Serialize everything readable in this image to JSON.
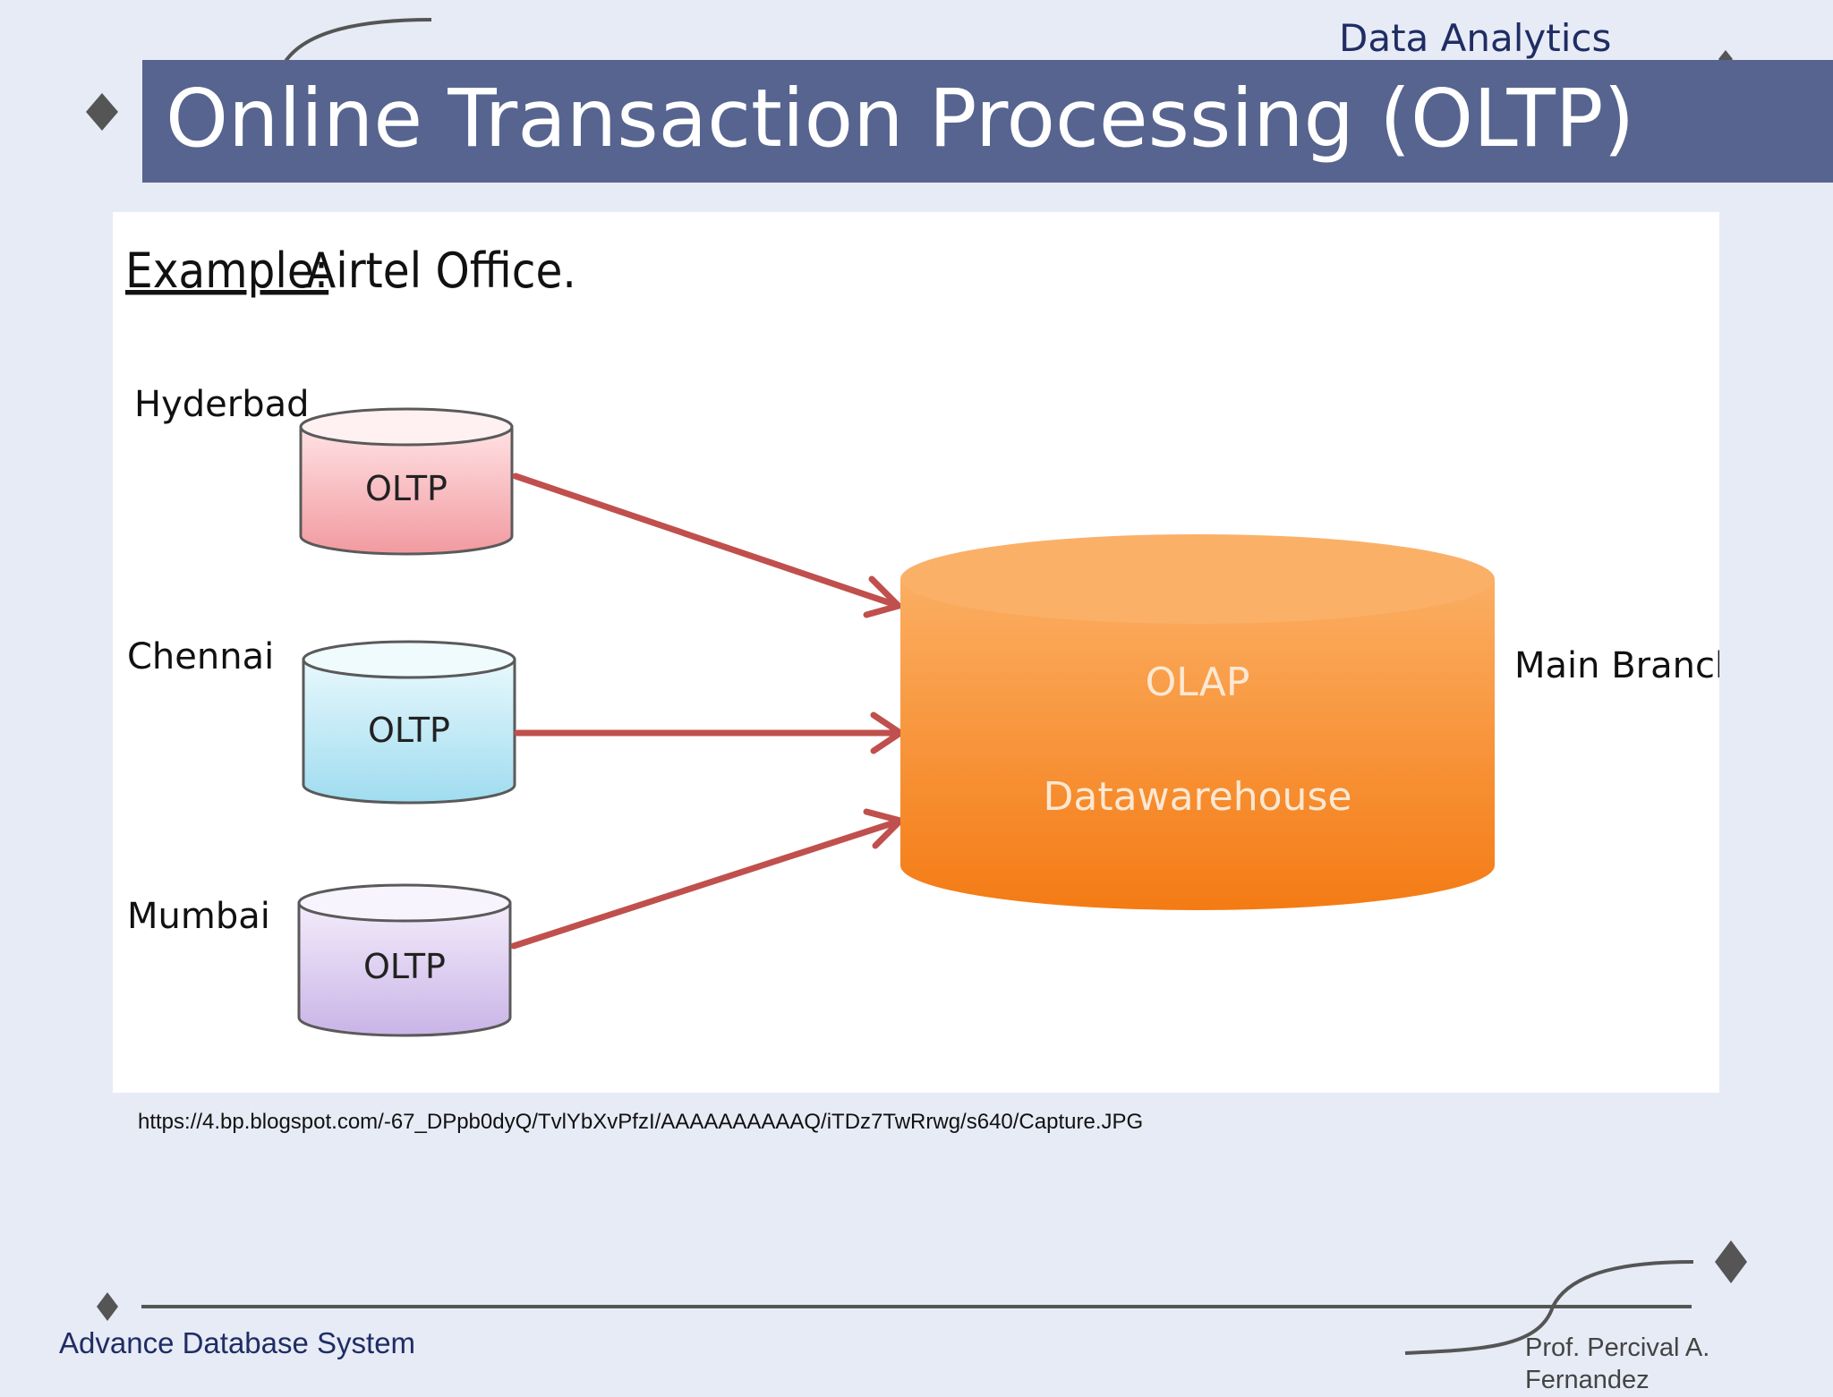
{
  "header": {
    "tag": "Data Analytics",
    "title": "Online Transaction Processing (OLTP)"
  },
  "diagram": {
    "example_label": "Example:",
    "example_value": "Airtel Office.",
    "branches": [
      {
        "city": "Hyderbad",
        "db_label": "OLTP",
        "color": "#f4a3a8"
      },
      {
        "city": "Chennai",
        "db_label": "OLTP",
        "color": "#a8e2f2"
      },
      {
        "city": "Mumbai",
        "db_label": "OLTP",
        "color": "#d3c1ec"
      }
    ],
    "warehouse": {
      "line1": "OLAP",
      "line2": "Datawarehouse",
      "color": "#f7891f"
    },
    "main_label": "Main Branch",
    "arrow_color": "#c0504d"
  },
  "caption": "https://4.bp.blogspot.com/-67_DPpb0dyQ/TvlYbXvPfzI/AAAAAAAAAAQ/iTDz7TwRrwg/s640/Capture.JPG",
  "footer": {
    "left": "Advance Database System",
    "right": "Prof. Percival A. Fernandez"
  }
}
